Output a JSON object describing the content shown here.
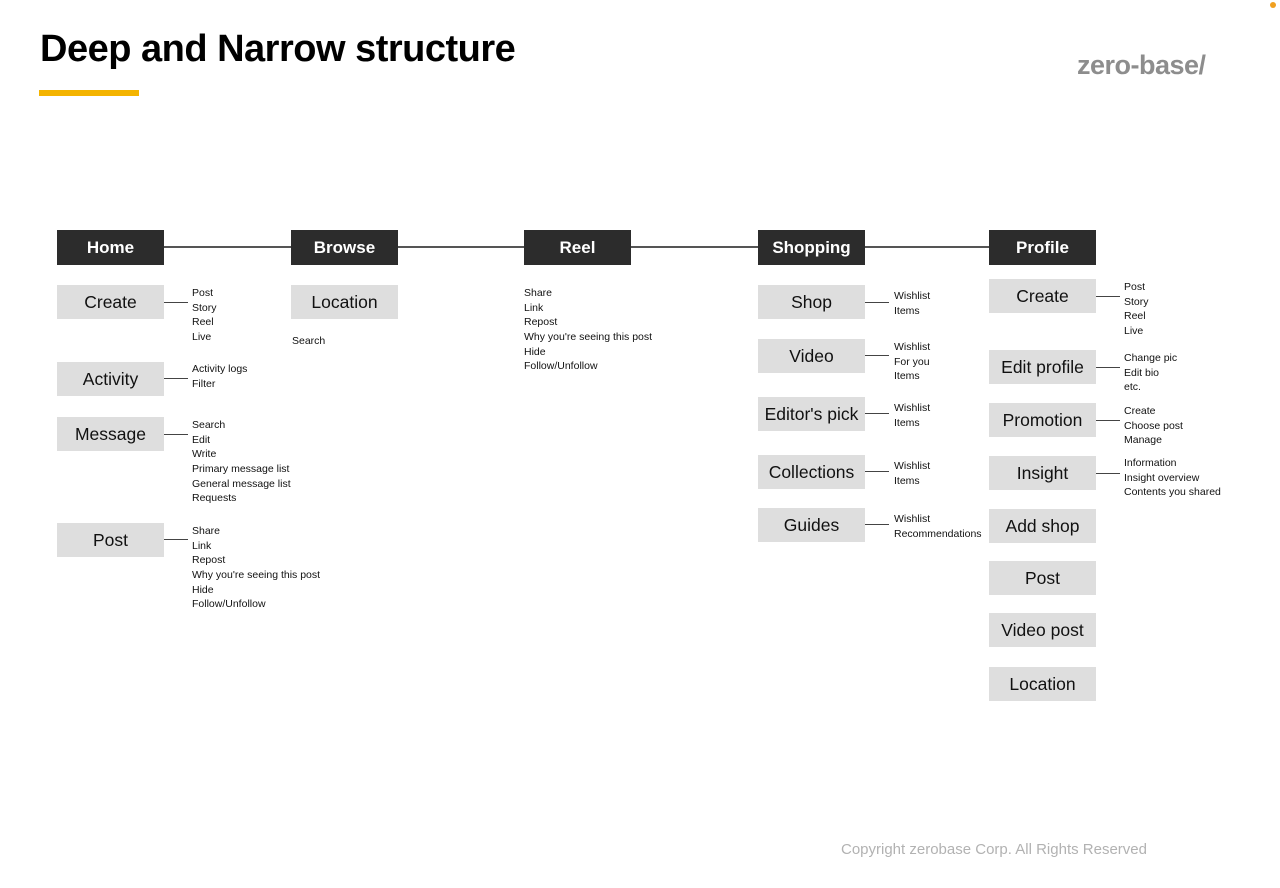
{
  "title": "Deep and Narrow structure",
  "logo": "zero-base/",
  "copyright": "Copyright zerobase Corp. All Rights Reserved",
  "nav": {
    "home": "Home",
    "browse": "Browse",
    "reel": "Reel",
    "shopping": "Shopping",
    "profile": "Profile"
  },
  "home": {
    "create": {
      "label": "Create",
      "items": [
        "Post",
        "Story",
        "Reel",
        "Live"
      ]
    },
    "activity": {
      "label": "Activity",
      "items": [
        "Activity logs",
        "Filter"
      ]
    },
    "message": {
      "label": "Message",
      "items": [
        "Search",
        "Edit",
        "Write",
        "Primary message list",
        "General message list",
        "Requests"
      ]
    },
    "post": {
      "label": "Post",
      "items": [
        "Share",
        "Link",
        "Repost",
        "Why you're seeing this post",
        "Hide",
        "Follow/Unfollow"
      ]
    }
  },
  "browse": {
    "location": {
      "label": "Location"
    },
    "search": "Search"
  },
  "reel": {
    "items": [
      "Share",
      "Link",
      "Repost",
      "Why you're seeing this post",
      "Hide",
      "Follow/Unfollow"
    ]
  },
  "shopping": {
    "shop": {
      "label": "Shop",
      "items": [
        "Wishlist",
        "Items"
      ]
    },
    "video": {
      "label": "Video",
      "items": [
        "Wishlist",
        "For you",
        "Items"
      ]
    },
    "editors_pick": {
      "label": "Editor's pick",
      "items": [
        "Wishlist",
        "Items"
      ]
    },
    "collections": {
      "label": "Collections",
      "items": [
        "Wishlist",
        "Items"
      ]
    },
    "guides": {
      "label": "Guides",
      "items": [
        "Wishlist",
        "Recommendations"
      ]
    }
  },
  "profile": {
    "create": {
      "label": "Create",
      "items": [
        "Post",
        "Story",
        "Reel",
        "Live"
      ]
    },
    "edit_profile": {
      "label": "Edit profile",
      "items": [
        "Change pic",
        "Edit bio",
        "etc."
      ]
    },
    "promotion": {
      "label": "Promotion",
      "items": [
        "Create",
        "Choose post",
        "Manage"
      ]
    },
    "insight": {
      "label": "Insight",
      "items": [
        "Information",
        "Insight overview",
        "Contents you shared"
      ]
    },
    "add_shop": {
      "label": "Add shop"
    },
    "post": {
      "label": "Post"
    },
    "video_post": {
      "label": "Video post"
    },
    "location": {
      "label": "Location"
    }
  }
}
